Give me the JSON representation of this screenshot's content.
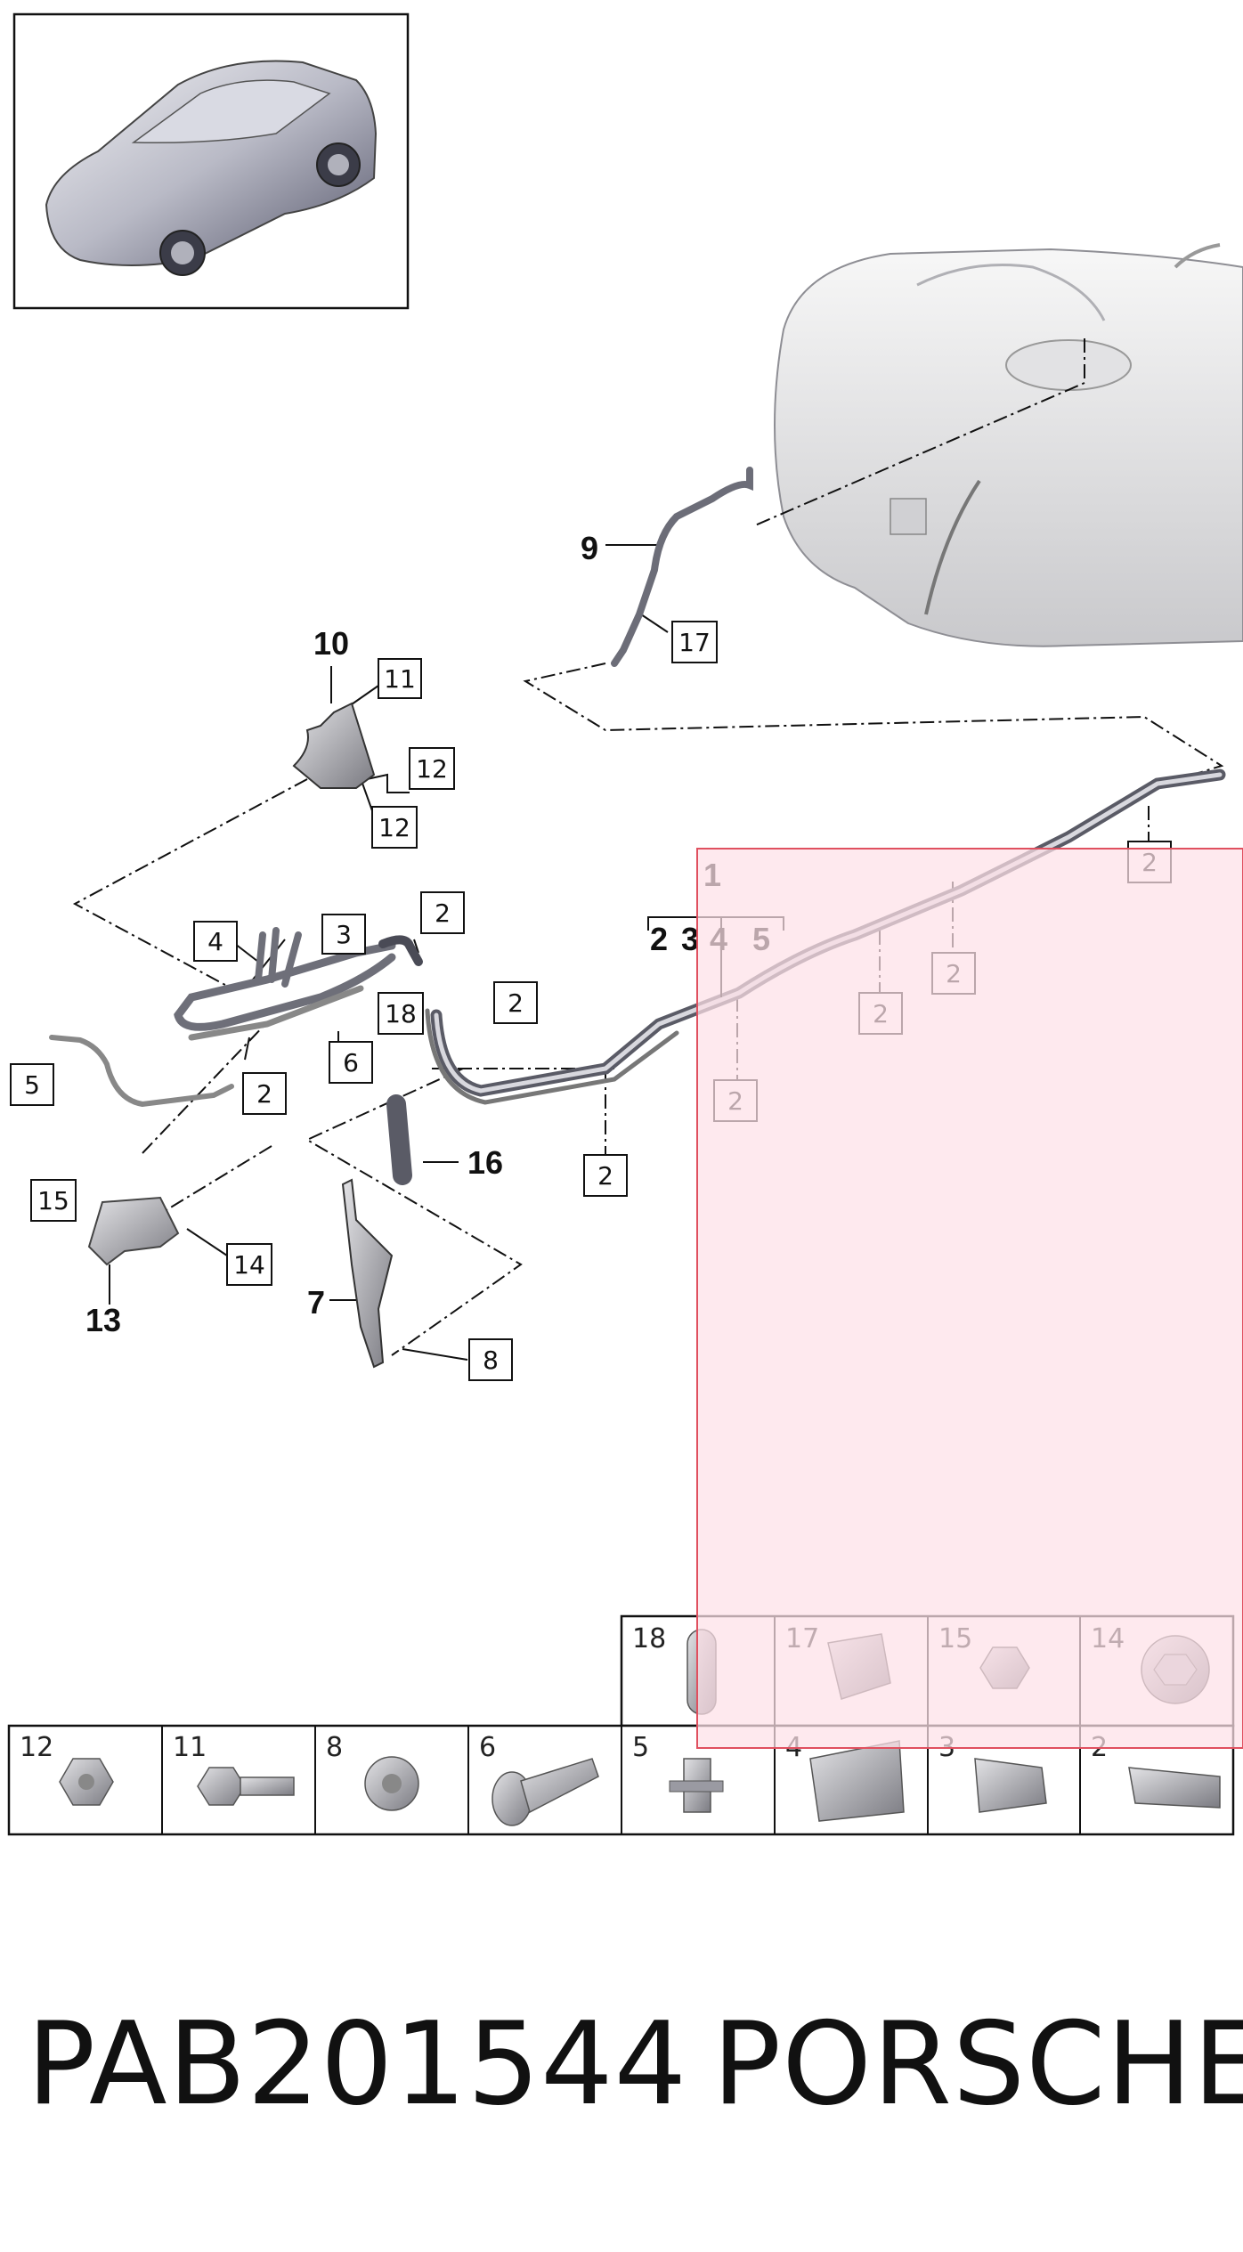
{
  "callouts": {
    "c1": "1",
    "c7": "7",
    "c9": "9",
    "c10": "10",
    "c13": "13",
    "c16": "16",
    "group": [
      "2",
      "3",
      "4",
      "5"
    ],
    "boxes": [
      {
        "id": "b11",
        "text": "11"
      },
      {
        "id": "b12a",
        "text": "12"
      },
      {
        "id": "b12b",
        "text": "12"
      },
      {
        "id": "b17",
        "text": "17"
      },
      {
        "id": "b2top",
        "text": "2"
      },
      {
        "id": "b3",
        "text": "3"
      },
      {
        "id": "b4",
        "text": "4"
      },
      {
        "id": "b18",
        "text": "18"
      },
      {
        "id": "b2mid",
        "text": "2"
      },
      {
        "id": "b5",
        "text": "5"
      },
      {
        "id": "b6",
        "text": "6"
      },
      {
        "id": "b2left",
        "text": "2"
      },
      {
        "id": "b2lower",
        "text": "2"
      },
      {
        "id": "b2a",
        "text": "2"
      },
      {
        "id": "b2b",
        "text": "2"
      },
      {
        "id": "b2c",
        "text": "2"
      },
      {
        "id": "b2right",
        "text": "2"
      },
      {
        "id": "b15",
        "text": "15"
      },
      {
        "id": "b14",
        "text": "14"
      },
      {
        "id": "b8",
        "text": "8"
      }
    ]
  },
  "parts_table": {
    "top_row": [
      "18",
      "17",
      "15",
      "14"
    ],
    "bottom_row": [
      "12",
      "11",
      "8",
      "6",
      "5",
      "4",
      "3",
      "2"
    ]
  },
  "footer": {
    "code": "PAB201544",
    "brand": "PORSCHE"
  },
  "colors": {
    "highlight_fill": "#fde1e8",
    "highlight_stroke": "#e0505f",
    "line": "#111111"
  }
}
